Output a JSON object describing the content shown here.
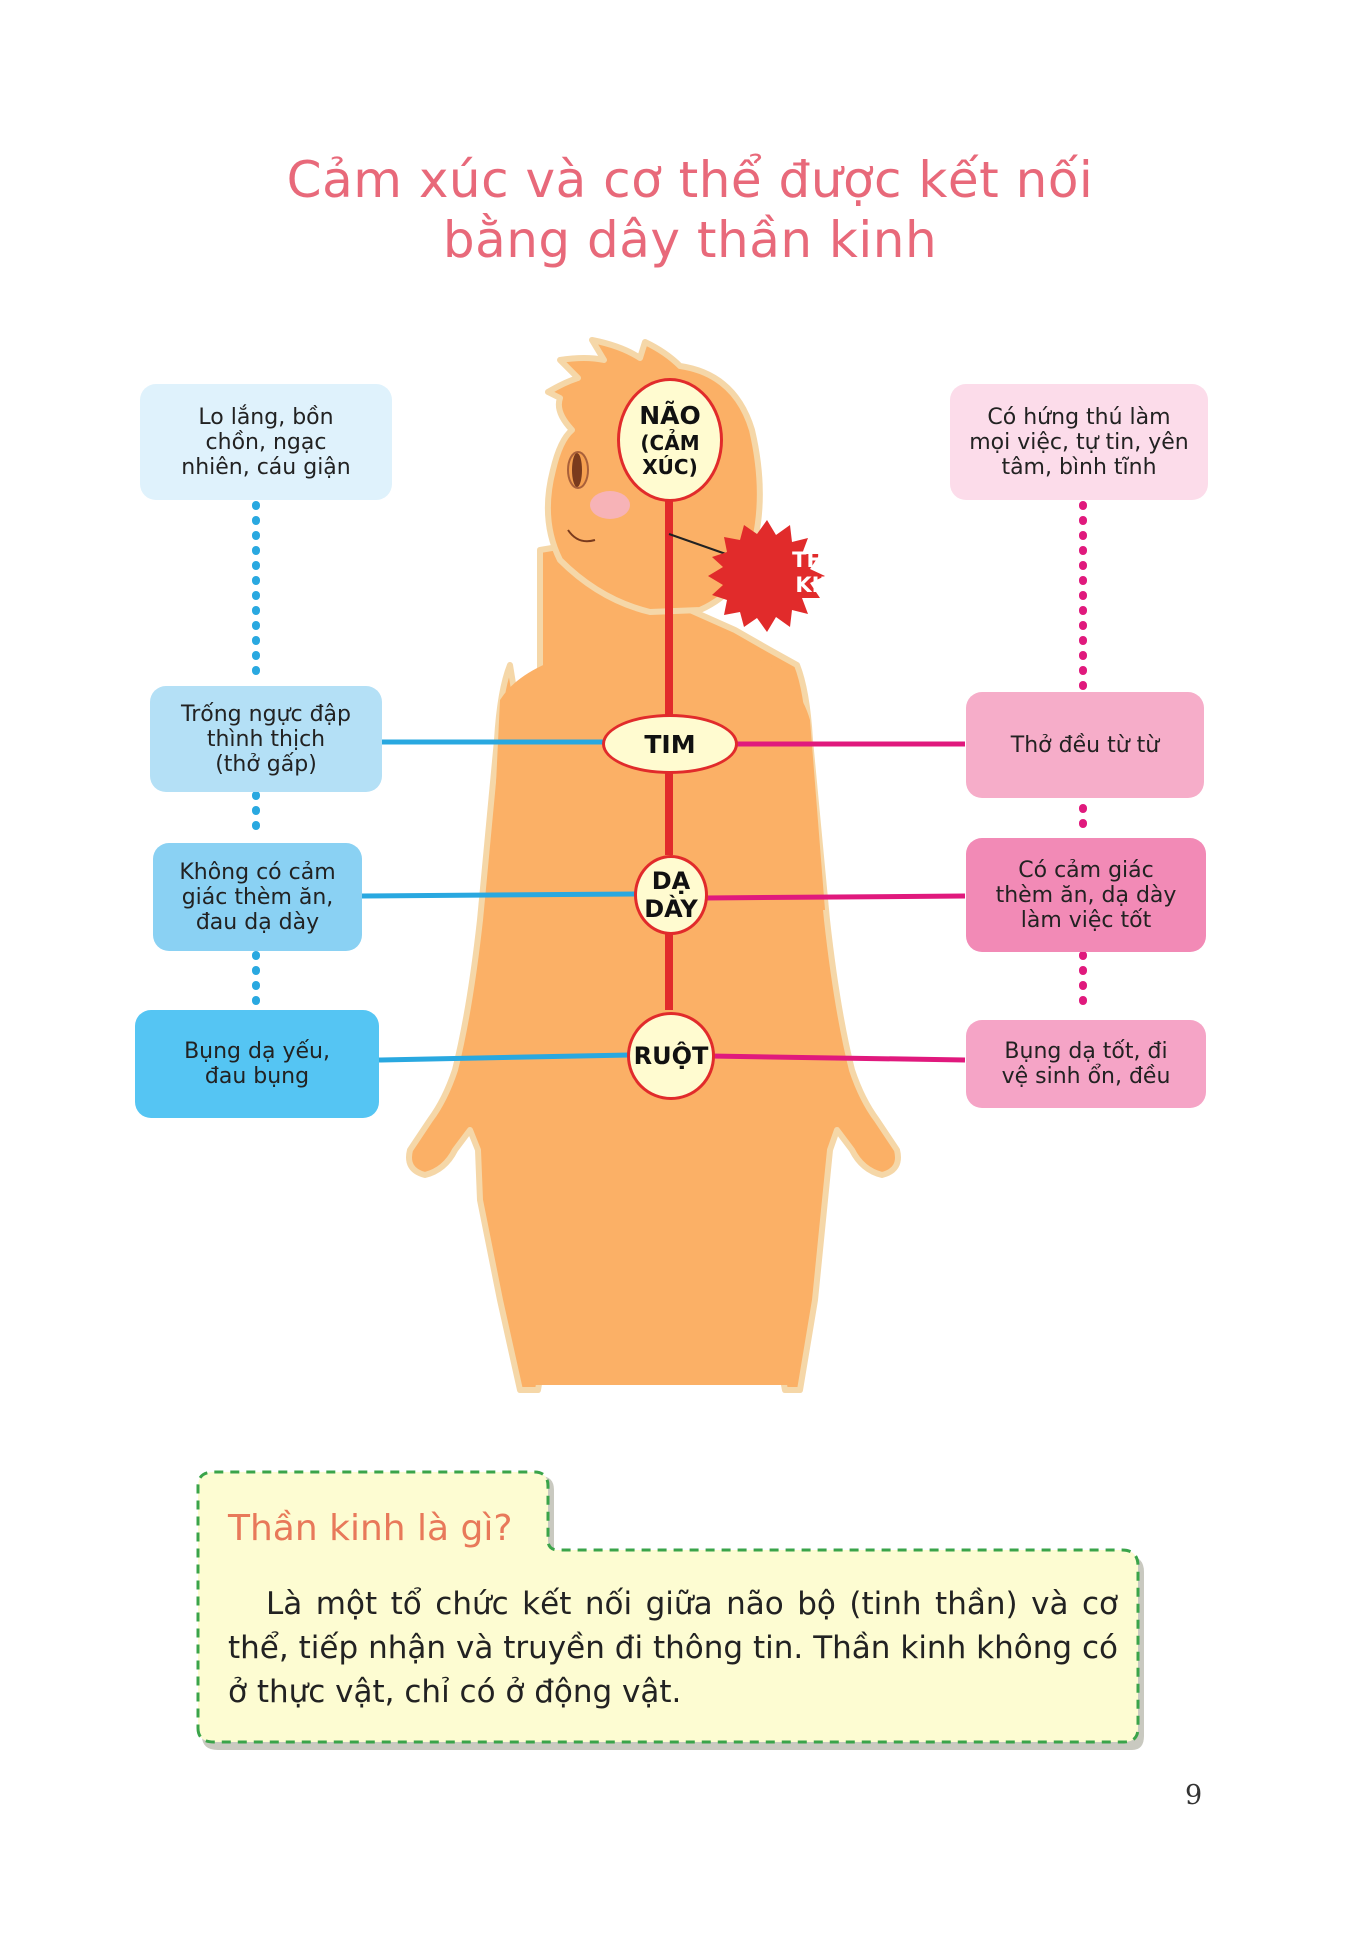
{
  "title": {
    "line1": "Cảm xúc và cơ thể được kết nối",
    "line2": "bằng dây thần kinh"
  },
  "organs": {
    "brain": {
      "line1": "NÃO",
      "line2": "(CẢM",
      "line3": "XÚC)"
    },
    "heart": "TIM",
    "stomach": {
      "line1": "DẠ",
      "line2": "DÀY"
    },
    "intestine": "RUỘT"
  },
  "nerve_label": {
    "line1": "THẦN",
    "line2": "KINH"
  },
  "left_boxes": [
    {
      "lines": [
        "Lo lắng, bồn",
        "chồn, ngạc",
        "nhiên, cáu giận"
      ]
    },
    {
      "lines": [
        "Trống ngực đập",
        "thình thịch",
        "(thở gấp)"
      ]
    },
    {
      "lines": [
        "Không có cảm",
        "giác thèm ăn,",
        "đau dạ dày"
      ]
    },
    {
      "lines": [
        "Bụng dạ yếu,",
        "đau bụng"
      ]
    }
  ],
  "right_boxes": [
    {
      "lines": [
        "Có hứng thú làm",
        "mọi việc, tự tin, yên",
        "tâm, bình tĩnh"
      ]
    },
    {
      "lines": [
        "Thở đều từ từ"
      ]
    },
    {
      "lines": [
        "Có cảm giác",
        "thèm ăn, dạ dày",
        "làm việc tốt"
      ]
    },
    {
      "lines": [
        "Bụng dạ tốt, đi",
        "vệ sinh ổn, đều"
      ]
    }
  ],
  "info_box": {
    "heading": "Thần kinh là gì?",
    "body": "Là một tổ chức kết nối giữa não bộ (tinh thần) và cơ thể, tiếp nhận và truyền đi thông tin. Thần kinh không có ở thực vật, chỉ có ở động vật."
  },
  "page_number": "9",
  "colors": {
    "title": "#e8697a",
    "body_fill": "#fbb066",
    "nerve": "#e12b2b",
    "left_connector": "#29a8e0",
    "right_connector": "#e0197d",
    "organ_fill": "#fffbd0",
    "info_fill": "#fdfcd2",
    "info_border": "#3aa44a"
  }
}
